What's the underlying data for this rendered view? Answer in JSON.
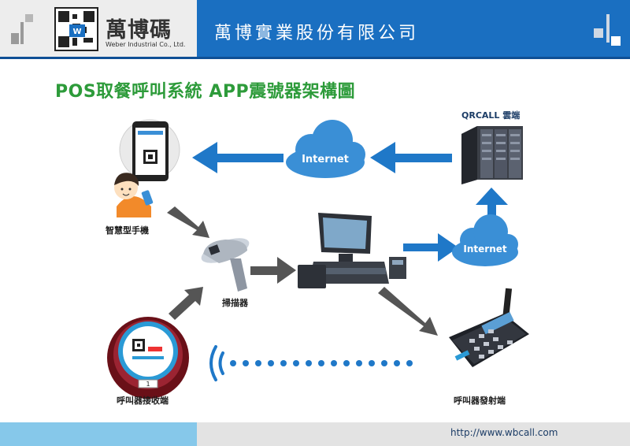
{
  "header": {
    "logo_cn": "萬博碼",
    "logo_en": "Weber Industrial Co., Ltd.",
    "company_name": "萬博實業股份有限公司"
  },
  "title": "POS取餐呼叫系統 APP震號器架構圖",
  "nodes": {
    "qrcall_label": "QRCALL 雲端",
    "internet_top": "Internet",
    "internet_mid": "Internet",
    "phone_label": "智慧型手機",
    "scanner_label": "掃描器",
    "receiver_label": "呼叫器接收端",
    "transmitter_label": "呼叫器發射端"
  },
  "footer": {
    "url": "http://www.wbcall.com"
  },
  "colors": {
    "brand_blue": "#1a6fc1",
    "title_green": "#2d9b3a",
    "arrow_blue": "#1f78c8",
    "arrow_grey": "#555555"
  }
}
